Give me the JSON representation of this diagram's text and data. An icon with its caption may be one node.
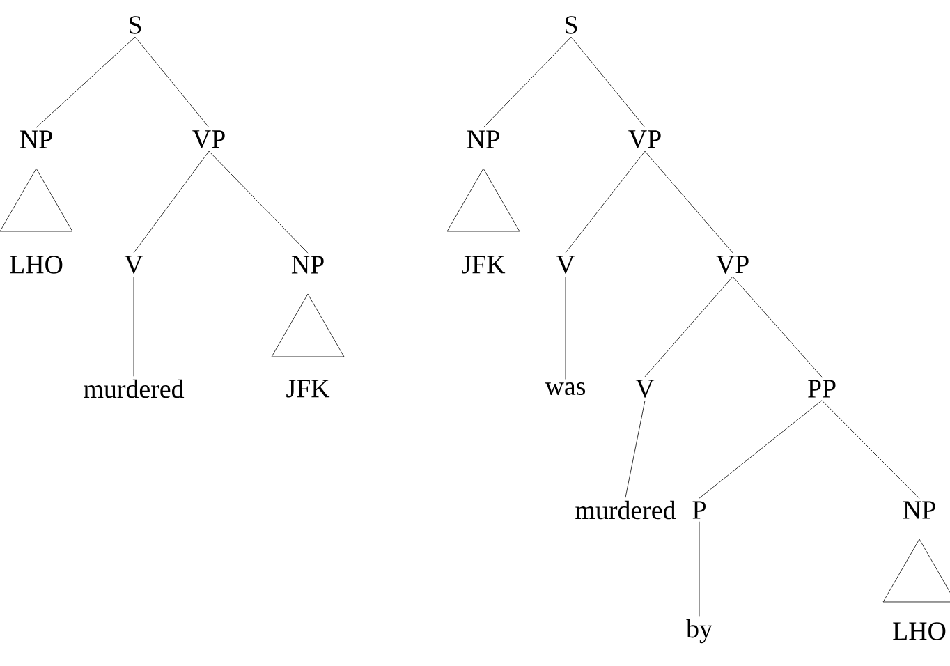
{
  "diagram": {
    "nodes": [
      {
        "text": [
          "S"
        ]
      },
      {
        "text": [
          "NP"
        ]
      },
      {
        "text": [
          "VP"
        ]
      },
      {
        "text": [],
        "shape": "triangle"
      },
      {
        "text": [
          "LHO"
        ]
      },
      {
        "text": [
          "V"
        ]
      },
      {
        "text": [
          "NP"
        ]
      },
      {
        "text": [
          "murdered"
        ]
      },
      {
        "text": [],
        "shape": "triangle"
      },
      {
        "text": [
          "JFK"
        ]
      },
      {
        "text": [
          "S"
        ]
      },
      {
        "text": [
          "NP"
        ]
      },
      {
        "text": [
          "VP"
        ]
      },
      {
        "text": [],
        "shape": "triangle"
      },
      {
        "text": [
          "JFK"
        ]
      },
      {
        "text": [
          "V"
        ]
      },
      {
        "text": [
          "VP"
        ]
      },
      {
        "text": [
          "was"
        ]
      },
      {
        "text": [
          "V"
        ]
      },
      {
        "text": [
          "PP"
        ]
      },
      {
        "text": [
          "murdered"
        ]
      },
      {
        "text": [
          "P"
        ]
      },
      {
        "text": [
          "NP"
        ]
      },
      {
        "text": [],
        "shape": "triangle"
      },
      {
        "text": [
          "by"
        ]
      },
      {
        "text": [
          "LHO"
        ]
      }
    ],
    "edges": [
      {
        "from": 0,
        "to": 1,
        "arrow": "none"
      },
      {
        "from": 0,
        "to": 2,
        "arrow": "none"
      },
      {
        "from": 2,
        "to": 5,
        "arrow": "none"
      },
      {
        "from": 2,
        "to": 6,
        "arrow": "none"
      },
      {
        "from": 5,
        "to": 7,
        "arrow": "none"
      },
      {
        "from": 10,
        "to": 11,
        "arrow": "none"
      },
      {
        "from": 10,
        "to": 12,
        "arrow": "none"
      },
      {
        "from": 12,
        "to": 15,
        "arrow": "none"
      },
      {
        "from": 12,
        "to": 16,
        "arrow": "none"
      },
      {
        "from": 15,
        "to": 17,
        "arrow": "none"
      },
      {
        "from": 16,
        "to": 18,
        "arrow": "none"
      },
      {
        "from": 16,
        "to": 19,
        "arrow": "none"
      },
      {
        "from": 18,
        "to": 20,
        "arrow": "none"
      },
      {
        "from": 19,
        "to": 21,
        "arrow": "none"
      },
      {
        "from": 19,
        "to": 22,
        "arrow": "none"
      },
      {
        "from": 21,
        "to": 24,
        "arrow": "none"
      }
    ]
  }
}
